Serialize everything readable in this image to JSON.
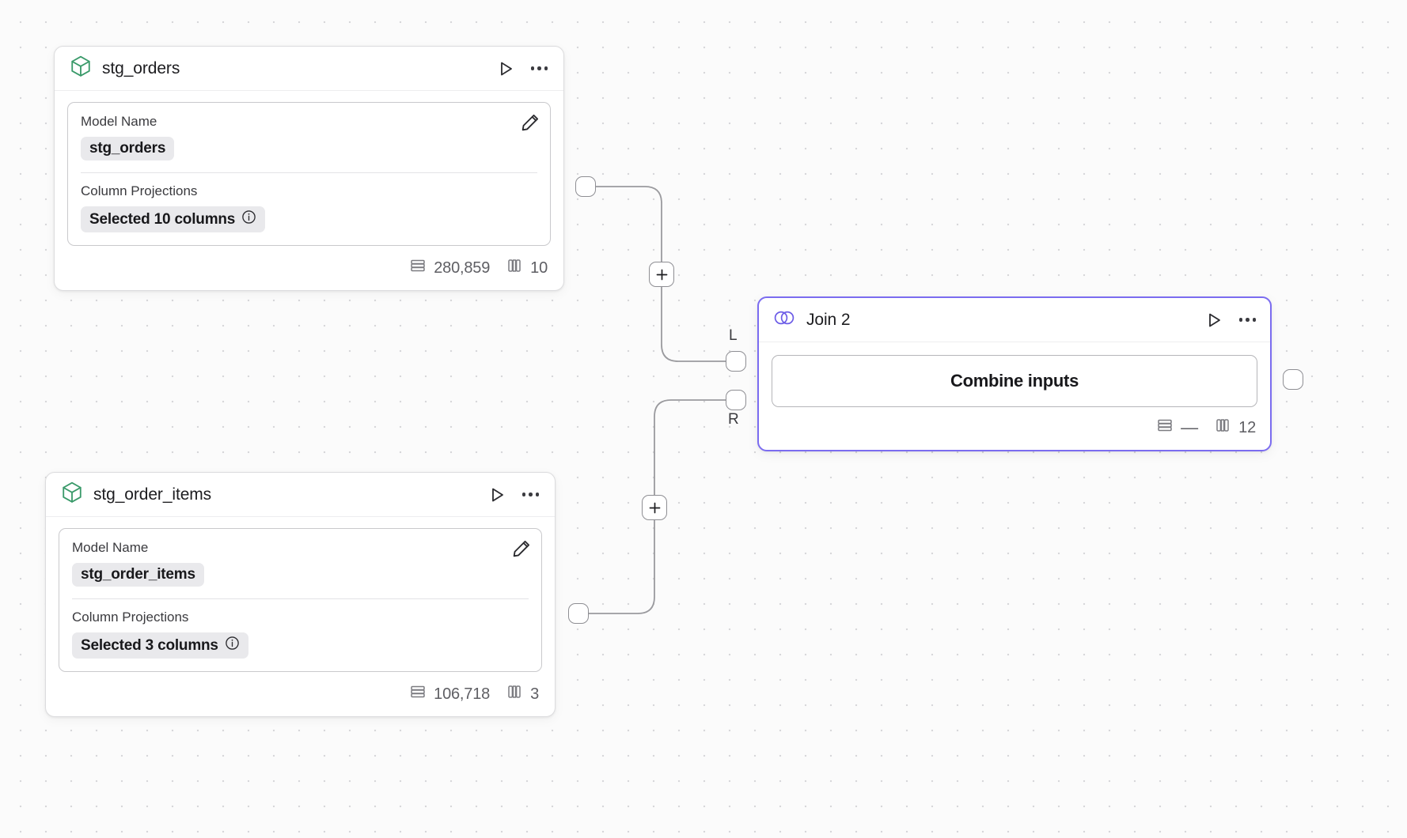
{
  "canvas": {
    "background_color": "#fbfbfb",
    "dot_color": "#d7d7da",
    "accent_color": "#7b6cf0",
    "model_icon_color": "#3a9a6a"
  },
  "nodes": [
    {
      "id": "stg_orders",
      "icon": "cube-icon",
      "title": "stg_orders",
      "run_label": "Run",
      "menu_label": "More options",
      "fields": [
        {
          "label": "Model Name",
          "value": "stg_orders",
          "has_info": false
        },
        {
          "label": "Column Projections",
          "value": "Selected 10 columns",
          "has_info": true
        }
      ],
      "edit_label": "Edit",
      "stats": {
        "rows": "280,859",
        "columns": "10"
      }
    },
    {
      "id": "stg_order_items",
      "icon": "cube-icon",
      "title": "stg_order_items",
      "run_label": "Run",
      "menu_label": "More options",
      "fields": [
        {
          "label": "Model Name",
          "value": "stg_order_items",
          "has_info": false
        },
        {
          "label": "Column Projections",
          "value": "Selected 3 columns",
          "has_info": true
        }
      ],
      "edit_label": "Edit",
      "stats": {
        "rows": "106,718",
        "columns": "3"
      }
    }
  ],
  "join_node": {
    "id": "join_2",
    "icon": "venn-join-icon",
    "title": "Join 2",
    "run_label": "Run",
    "menu_label": "More options",
    "combine_button_label": "Combine inputs",
    "selected": true,
    "stats": {
      "rows": "—",
      "columns": "12"
    },
    "input_ports": [
      {
        "label": "L",
        "name": "left-input"
      },
      {
        "label": "R",
        "name": "right-input"
      }
    ],
    "output_port_label": ""
  },
  "edge_controls": {
    "add_label": "+"
  }
}
